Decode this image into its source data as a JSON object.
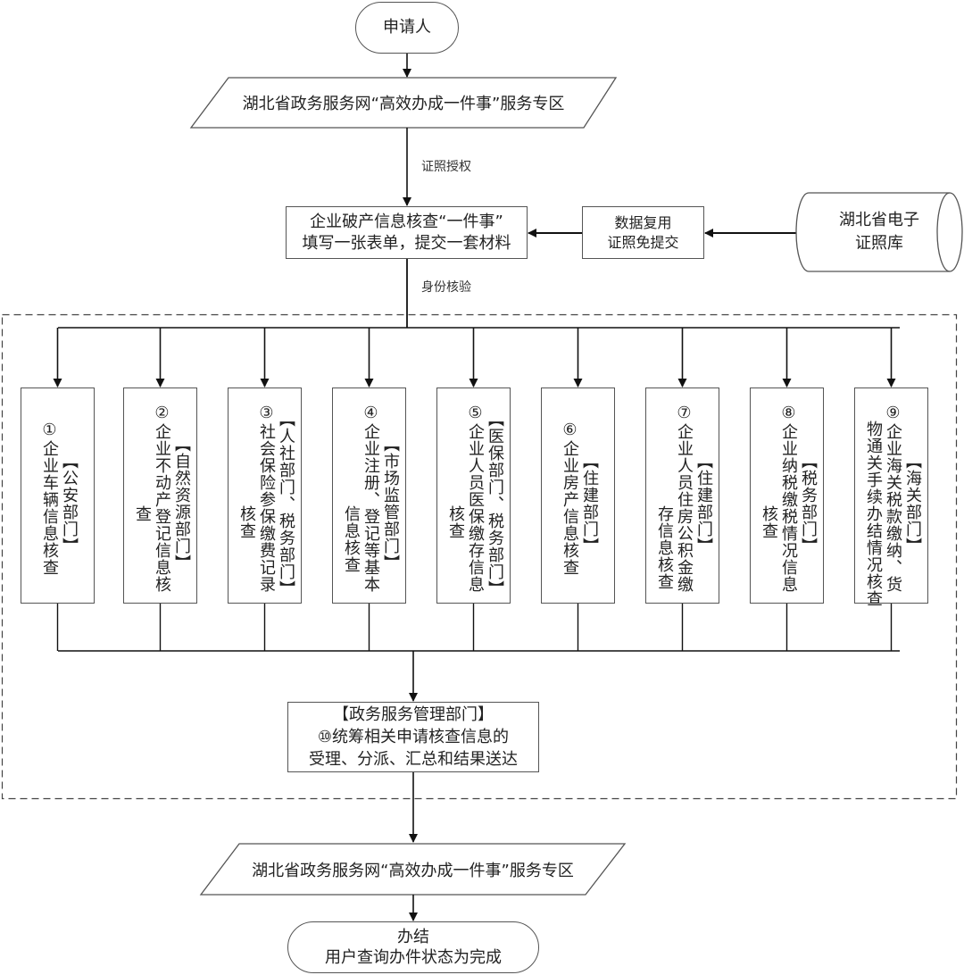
{
  "start": {
    "label": "申请人"
  },
  "portal_top": {
    "label": "湖北省政务服务网“高效办成一件事”服务专区"
  },
  "edge_labels": {
    "authorize": "证照授权",
    "identity": "身份核验"
  },
  "form_box": {
    "line1": "企业破产信息核查“一件事”",
    "line2": "填写一张表单，提交一套材料"
  },
  "reuse_box": {
    "line1": "数据复用",
    "line2": "证照免提交"
  },
  "license_db": {
    "line1": "湖北省电子",
    "line2": "证照库"
  },
  "departments": [
    {
      "num": "①",
      "text_main": "企业车辆信息核查",
      "text_cont": "",
      "dept": "【公安部门】"
    },
    {
      "num": "②",
      "text_main": "企业不动产登记信息核",
      "text_cont": "查",
      "dept": "【自然资源部门】"
    },
    {
      "num": "③",
      "text_main": "社会保险参保缴费记录",
      "text_cont": "核查",
      "dept": "【人社部门、税务部门】"
    },
    {
      "num": "④",
      "text_main": "企业注册、登记等基本",
      "text_cont": "信息核查",
      "dept": "【市场监管部门】"
    },
    {
      "num": "⑤",
      "text_main": "企业人员医保缴存信息",
      "text_cont": "核查",
      "dept": "【医保部门、税务部门】"
    },
    {
      "num": "⑥",
      "text_main": "企业房产信息核查",
      "text_cont": "",
      "dept": "【住建部门】"
    },
    {
      "num": "⑦",
      "text_main": "企业人员住房公积金缴",
      "text_cont": "存信息核查",
      "dept": "【住建部门】"
    },
    {
      "num": "⑧",
      "text_main": "企业纳税缴税情况信息",
      "text_cont": "核查",
      "dept": "【税务部门】"
    },
    {
      "num": "⑨",
      "text_main": "企业海关税款缴纳、货",
      "text_cont": "物通关手续办结情况核查",
      "dept": "【海关部门】"
    }
  ],
  "coord_box": {
    "line1": "【政务服务管理部门】",
    "line2": "⑩统筹相关申请核查信息的",
    "line3": "受理、分派、汇总和结果送达"
  },
  "portal_bottom": {
    "label": "湖北省政务服务网“高效办成一件事”服务专区"
  },
  "end": {
    "line1": "办结",
    "line2": "用户查询办件状态为完成"
  }
}
